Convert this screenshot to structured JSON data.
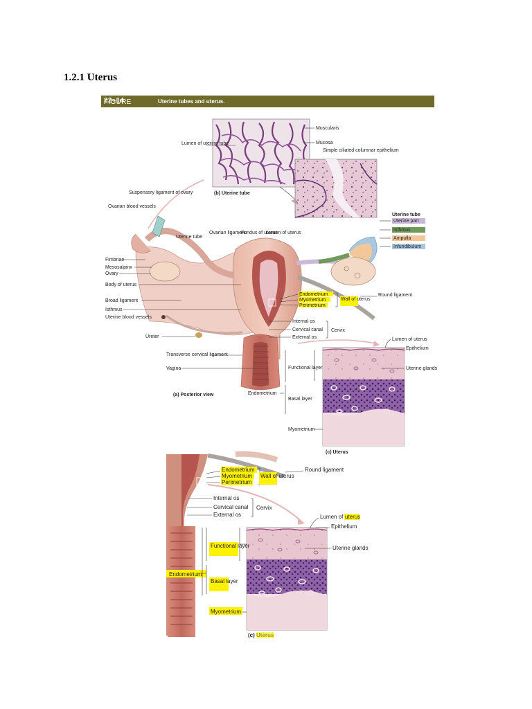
{
  "section_heading": "1.2.1 Uterus",
  "figure": {
    "number_prefix": "FIGURE",
    "number": "22–14",
    "caption": "Uterine tubes and uterus."
  },
  "panel_b": {
    "title": "(b) Uterine tube",
    "labels": {
      "lumen": "Lumen of uterine tube",
      "muscularis": "Muscularis",
      "mucosa": "Mucosa",
      "epithelium": "Simple ciliated columnar epithelium"
    }
  },
  "panel_a": {
    "title": "(a) Posterior view",
    "labels": {
      "suspensory": "Suspensory ligament of ovary",
      "ovarian_vessels": "Ovarian blood vessels",
      "uterine_tube": "Uterine tube",
      "ovarian_ligament": "Ovarian ligament",
      "fundus": "Fundus of uterus",
      "lumen_uterus": "Lumen of uterus",
      "fimbriae": "Fimbriae",
      "mesosalpinx": "Mesosalpinx",
      "ovary": "Ovary",
      "body": "Body of uterus",
      "broad": "Broad ligament",
      "isthmus": "Isthmus",
      "uterine_vessels": "Uterine blood vessels",
      "ureter": "Ureter",
      "transverse": "Transverse cervical ligament",
      "vagina": "Vagina",
      "endometrium": "Endometrium",
      "myometrium": "Myometrium",
      "perimetrium": "Perimetrium",
      "wall": "Wall of uterus",
      "round": "Round ligament",
      "internal_os": "Internal os",
      "cervical_canal": "Cervical canal",
      "external_os": "External os",
      "cervix": "Cervix"
    },
    "tube_legend": {
      "title": "Uterine tube",
      "items": [
        {
          "label": "Uterine part",
          "color": "#c9b8d8"
        },
        {
          "label": "Isthmus",
          "color": "#6f9a5a"
        },
        {
          "label": "Ampulla",
          "color": "#f2c79a"
        },
        {
          "label": "Infundibulum",
          "color": "#a9c8e0"
        }
      ]
    }
  },
  "panel_c": {
    "title": "(c) Uterus",
    "labels": {
      "lumen": "Lumen of uterus",
      "epithelium": "Epithelium",
      "glands": "Uterine glands",
      "functional": "Functional layer",
      "basal": "Basal layer",
      "endometrium": "Endometrium",
      "myometrium": "Myometrium"
    }
  },
  "zoom": {
    "endometrium": "Endometrium",
    "myometrium": "Myometrium",
    "perimetrium": "Perimetrium",
    "wall": "Wall of uterus",
    "round": "Round ligament",
    "internal_os": "Internal os",
    "cervical_canal": "Cervical canal",
    "external_os": "External os",
    "cervix": "Cervix",
    "lumen": "Lumen of uterus",
    "epithelium": "Epithelium",
    "glands": "Uterine glands",
    "functional": "Functional layer",
    "basal": "Basal layer",
    "endometrium_side": "Endometrium",
    "myometrium_side": "Myometrium",
    "title": "(c) Uterus",
    "highlight_color": "#fff200"
  }
}
